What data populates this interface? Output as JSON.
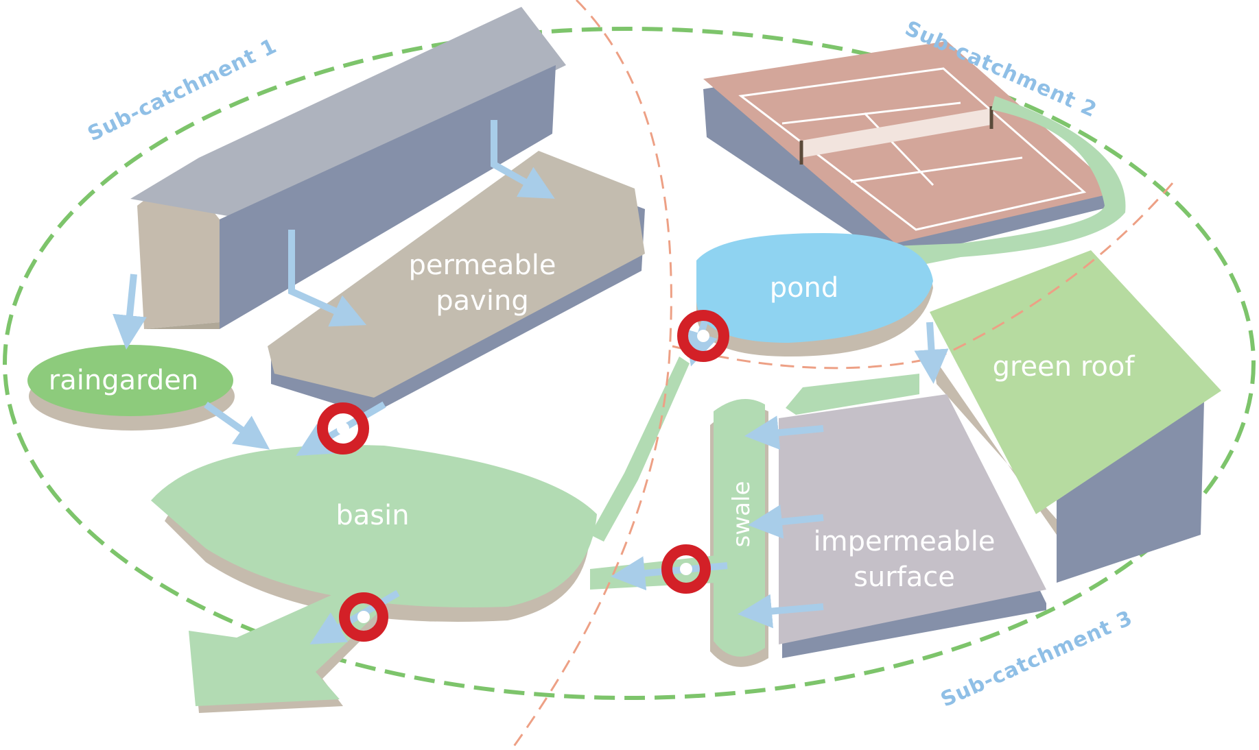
{
  "colors": {
    "catchment_boundary": "#7dc46b",
    "sub_boundary": "#eda085",
    "flow_arrow": "#a8cde9",
    "control": "#d32027",
    "basin": "#b2dbb3",
    "raingarden": "#8dcb7c",
    "pond": "#8fd3f1",
    "paving": "#c3bcaf",
    "roof": "#aeb3be",
    "wall": "#8590a9",
    "court": "#d3a69a",
    "impermeable": "#c5c0c8",
    "green_roof": "#b6dba0"
  },
  "labels": {
    "permeable_paving_1": "permeable",
    "permeable_paving_2": "paving",
    "raingarden": "raingarden",
    "basin": "basin",
    "pond": "pond",
    "green_roof": "green roof",
    "swale": "swale",
    "impermeable_surface_1": "impermeable",
    "impermeable_surface_2": "surface"
  },
  "subcatchments": {
    "one": "Sub-catchment 1",
    "two": "Sub-catchment 2",
    "three": "Sub-catchment 3"
  }
}
